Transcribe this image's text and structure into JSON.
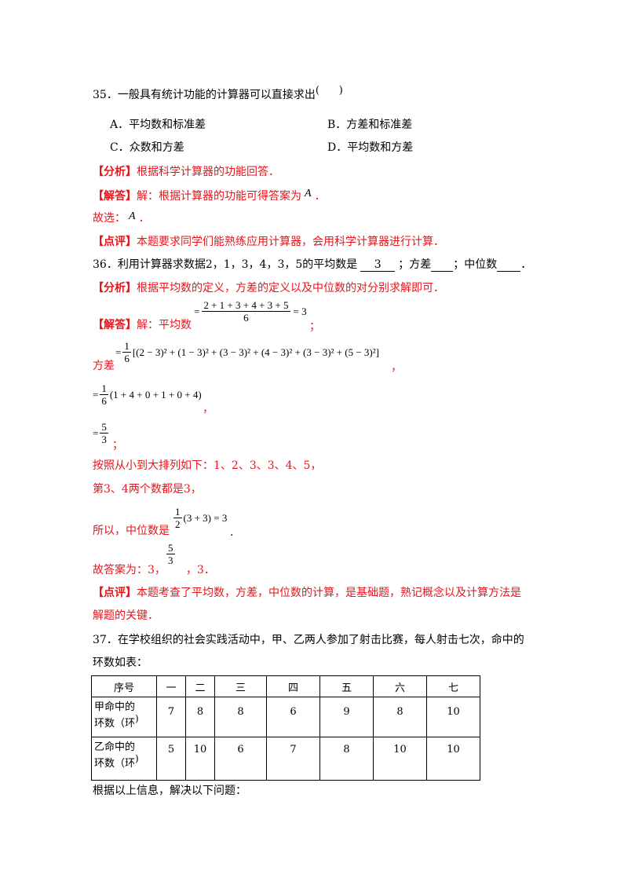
{
  "q35": {
    "stem": "35．一般具有统计功能的计算器可以直接求出",
    "paren": "(      )",
    "options": {
      "a": "A．平均数和标准差",
      "b": "B．方差和标准差",
      "c": "C．众数和方差",
      "d": "D．平均数和方差"
    },
    "analysis_tag": "【分析】",
    "analysis_text": "根据科学计算器的功能回答．",
    "answer_tag": "【解答】",
    "answer_text": "解：根据计算器的功能可得答案为",
    "answer_letter": "A",
    "period": "．",
    "choose_label": "故选：",
    "choose_letter": "A",
    "comment_tag": "【点评】",
    "comment_text": "本题要求同学们能熟练应用计算器，会用科学计算器进行计算．"
  },
  "q36": {
    "stem_a": "36．利用计算器求数据2，1，3，4，3，5的平均数是",
    "mean_blank": "3",
    "stem_b": "；方差",
    "stem_c": "；中位数",
    "stem_d": "．",
    "analysis_tag": "【分析】",
    "analysis_text": "根据平均数的定义，方差的定义以及中位数的对分别求解即可．",
    "answer_tag": "【解答】",
    "answer_text": "解：平均数",
    "mean_numer": "2 + 1 + 3 + 4 + 3 + 5",
    "mean_denom": "6",
    "mean_result": "= 3",
    "semicolon": "；",
    "variance_label": "方差",
    "var_coef_num": "1",
    "var_coef_den": "6",
    "var_terms": "[(2 − 3)² + (1 − 3)² + (3 − 3)² + (4 − 3)² + (3 − 3)² + (5 − 3)²]",
    "comma": "，",
    "var_step2": "(1 + 4 + 0 + 1 + 0 + 4)",
    "var_res_num": "5",
    "var_res_den": "3",
    "sort_text": "按照从小到大排列如下：1、2、3、3、4、5，",
    "third_fourth": "第3、4两个数都是3，",
    "median_label": "所以，中位数是",
    "median_coef_num": "1",
    "median_coef_den": "2",
    "median_expr": "(3 + 3) = 3",
    "median_end": ".",
    "final_prefix": "故答案为：3，",
    "final_frac_num": "5",
    "final_frac_den": "3",
    "final_suffix": "，3．",
    "comment_tag": "【点评】",
    "comment_text_1": "本题考查了平均数，方差，中位数的计算，是基础题，熟记概念以及计算方法是",
    "comment_text_2": "解题的关键．"
  },
  "q37": {
    "stem_1": "37．在学校组织的社会实践活动中，甲、乙两人参加了射击比赛，每人射击七次，命中的",
    "stem_2": "环数如表：",
    "table": {
      "header": [
        "序号",
        "一",
        "二",
        "三",
        "四",
        "五",
        "六",
        "七"
      ],
      "rows": [
        {
          "label_1": "甲命中的",
          "label_2": "环数（环",
          "label_close": ")",
          "values": [
            "7",
            "8",
            "8",
            "6",
            "9",
            "8",
            "10"
          ]
        },
        {
          "label_1": "乙命中的",
          "label_2": "环数（环",
          "label_close": ")",
          "values": [
            "5",
            "10",
            "6",
            "7",
            "8",
            "10",
            "10"
          ]
        }
      ]
    },
    "followup": "根据以上信息，解决以下问题："
  },
  "colors": {
    "analysis_red": "#e8141c",
    "text_black": "#000000"
  }
}
